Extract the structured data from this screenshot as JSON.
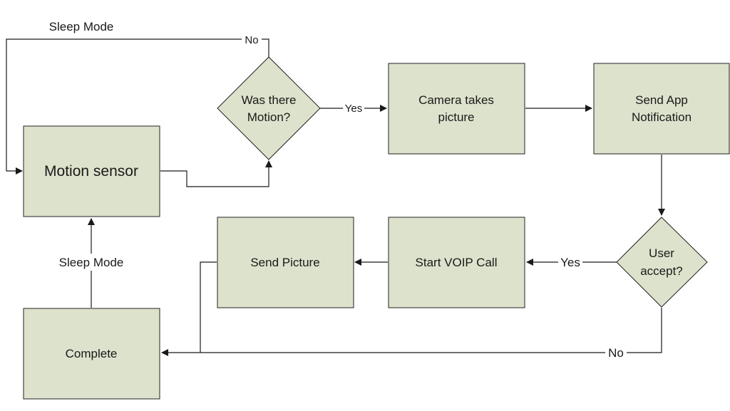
{
  "nodes": {
    "motion_sensor": "Motion sensor",
    "motion_check": [
      "Was there",
      "Motion?"
    ],
    "camera": [
      "Camera takes",
      "picture"
    ],
    "notify": [
      "Send App",
      "Notification"
    ],
    "user_accept": [
      "User",
      "accept?"
    ],
    "voip": "Start VOIP Call",
    "send_picture": "Send Picture",
    "complete": "Complete"
  },
  "edges": {
    "sleep_mode_top": "Sleep Mode",
    "no_top": "No",
    "yes_motion": "Yes",
    "yes_user": "Yes",
    "no_bottom": "No",
    "sleep_mode_bottom": "Sleep Mode"
  },
  "colors": {
    "box_fill": "#dde2cc",
    "stroke": "#222222"
  }
}
